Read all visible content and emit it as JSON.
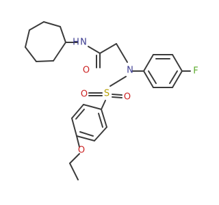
{
  "molecule": {
    "atoms": {
      "nh": {
        "text": "N",
        "h": "H"
      },
      "o_carbonyl": {
        "text": "O"
      },
      "n_sulfonamide": {
        "text": "N"
      },
      "s": {
        "text": "S"
      },
      "o_s1": {
        "text": "O"
      },
      "o_s2": {
        "text": "O"
      },
      "f": {
        "text": "F"
      },
      "o_ether": {
        "text": "O"
      }
    },
    "colors": {
      "bond": "#3b3b3b",
      "nitrogen": "#3b3b8f",
      "oxygen": "#cc2222",
      "sulfur": "#b8a000",
      "fluorine": "#5aaa2a",
      "hydrogen": "#3b3b8f"
    }
  }
}
